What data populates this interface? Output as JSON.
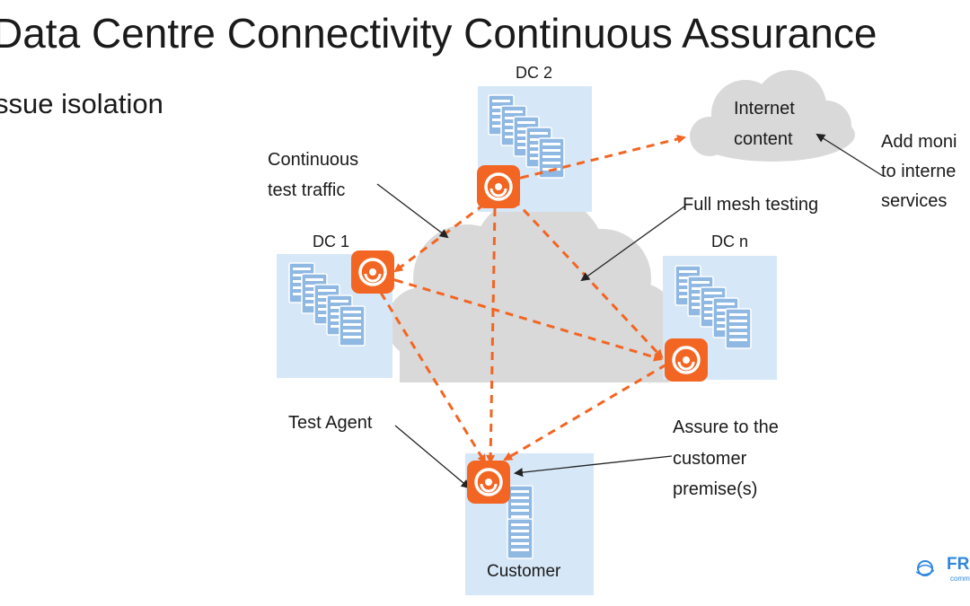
{
  "slide": {
    "title": "Data Centre Connectivity Continuous Assurance",
    "subtitle": "ssue isolation"
  },
  "nodes": {
    "dc1": "DC 1",
    "dc2": "DC 2",
    "dcn": "DC n",
    "customer": "Customer",
    "internet": [
      "Internet",
      "content"
    ]
  },
  "callouts": {
    "continuous_test_traffic": [
      "Continuous",
      "test traffic"
    ],
    "full_mesh_testing": "Full mesh testing",
    "add_monitoring": [
      "Add moni",
      "to interne",
      "services"
    ],
    "test_agent": "Test Agent",
    "assure_customer": [
      "Assure to the",
      "customer",
      "premise(s)"
    ]
  },
  "logo": {
    "text": "FR",
    "subtext": "comm"
  },
  "colors": {
    "agent": "#f26522",
    "dashed_link": "#f26522",
    "dc_box": "#d6e7f7",
    "cloud": "#d9d9d9",
    "server": "#8fb8e3"
  },
  "icons": [
    "test-agent-icon",
    "server-rack-icon",
    "cloud-icon"
  ]
}
